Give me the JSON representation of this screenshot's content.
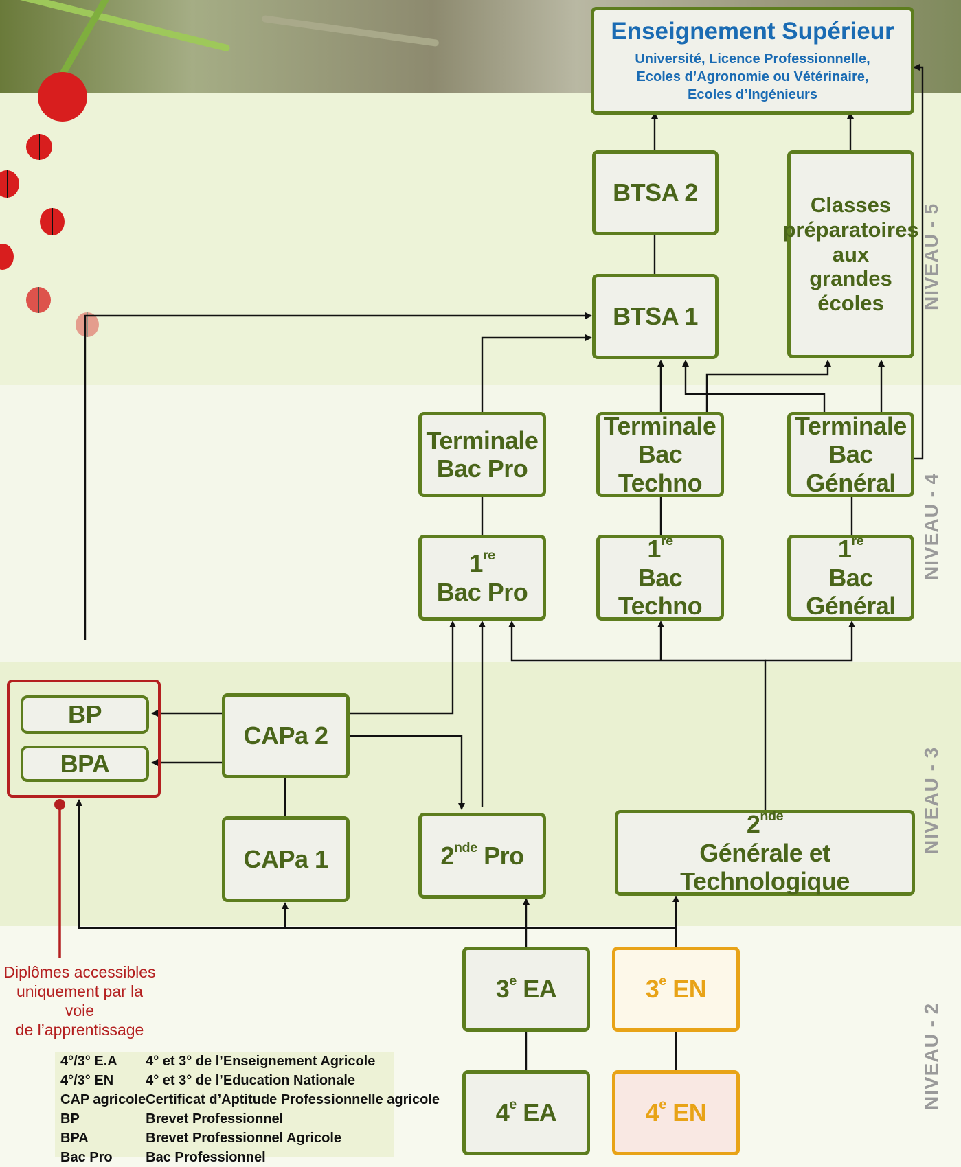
{
  "colors": {
    "green": "#5d7d1e",
    "orange": "#e8a317",
    "red": "#b42020",
    "blue": "#1a6bb3"
  },
  "superieur": {
    "title": "Enseignement Supérieur",
    "subtitle_lines": [
      "Université, Licence Professionnelle,",
      "Ecoles d’Agronomie ou Vétérinaire,",
      "Ecoles d’Ingénieurs"
    ]
  },
  "boxes": {
    "btsa2": "BTSA 2",
    "btsa1": "BTSA 1",
    "prepa_lines": [
      "Classes",
      "préparatoires",
      "aux",
      "grandes",
      "écoles"
    ],
    "term_pro": [
      "Terminale",
      "Bac Pro"
    ],
    "term_techno": [
      "Terminale",
      "Bac Techno"
    ],
    "term_gen": [
      "Terminale",
      "Bac Général"
    ],
    "premiere_num": "1",
    "premiere_sup": "re",
    "prem_pro": "Bac Pro",
    "prem_techno": "Bac Techno",
    "prem_gen": "Bac Général",
    "bp": "BP",
    "bpa": "BPA",
    "capa2": "CAPa 2",
    "capa1": "CAPa 1",
    "seconde_num": "2",
    "seconde_sup": "nde",
    "seconde_pro_label": " Pro",
    "seconde_gt_label": "Générale et Technologique",
    "num3": "3",
    "num4": "4",
    "sup_e": "e",
    "ea": " EA",
    "en": " EN"
  },
  "levels": [
    "NIVEAU - 5",
    "NIVEAU - 4",
    "NIVEAU - 3",
    "NIVEAU - 2"
  ],
  "note": [
    "Diplômes accessibles",
    "uniquement par la voie",
    "de l’apprentissage"
  ],
  "legend": [
    {
      "key": "4°/3° E.A",
      "value": "4° et 3° de l’Enseignement Agricole"
    },
    {
      "key": "4°/3° EN",
      "value": "4° et 3° de l’Education Nationale"
    },
    {
      "key": "CAP agricole",
      "value": "Certificat d’Aptitude Professionnelle agricole"
    },
    {
      "key": "BP",
      "value": "Brevet Professionnel"
    },
    {
      "key": "BPA",
      "value": "Brevet Professionnel Agricole"
    },
    {
      "key": "Bac Pro",
      "value": "Bac Professionnel"
    }
  ]
}
